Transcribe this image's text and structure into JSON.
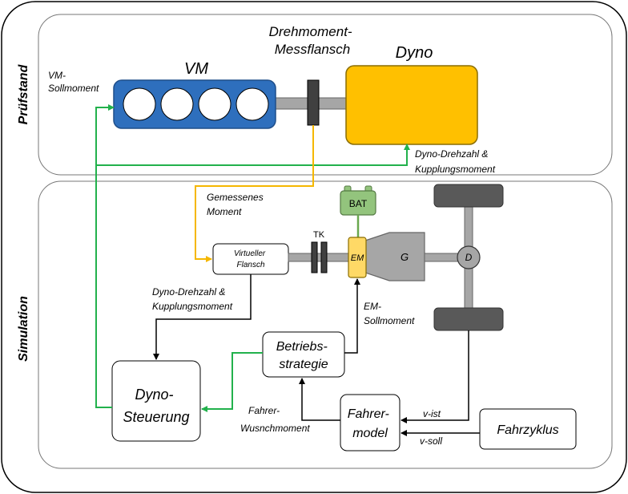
{
  "sections": {
    "test_bench": "Prüfstand",
    "simulation": "Simulation"
  },
  "bench": {
    "engine": "VM",
    "engine_setpoint": [
      "VM-",
      "Sollmoment"
    ],
    "torque_flange": [
      "Drehmoment-",
      "Messflansch"
    ],
    "dyno": "Dyno",
    "feedback": [
      "Dyno-Drehzahl &",
      "Kupplungsmoment"
    ]
  },
  "sim": {
    "measured_torque": [
      "Gemessenes",
      "Moment"
    ],
    "virtual_flange": [
      "Virtueller",
      "Flansch"
    ],
    "clutch": "TK",
    "battery": "BAT",
    "e_machine": "EM",
    "gearbox": "G",
    "differential": "D",
    "dyno_feedback": [
      "Dyno-Drehzahl &",
      "Kupplungsmoment"
    ],
    "em_setpoint": [
      "EM-",
      "Sollmoment"
    ],
    "strategy": [
      "Betriebs-",
      "strategie"
    ],
    "dyno_control": [
      "Dyno-",
      "Steuerung"
    ],
    "driver_request": [
      "Fahrer-",
      "Wusnchmoment"
    ],
    "driver_model": [
      "Fahrer-",
      "model"
    ],
    "v_actual": "v-ist",
    "v_target": "v-soll",
    "drive_cycle": "Fahrzyklus"
  },
  "colors": {
    "engine": "#2e6fbd",
    "dyno": "#ffc000",
    "em": "#ffd966",
    "battery": "#93c47d",
    "gearbox": "#a6a6a6",
    "wheel": "#595959",
    "green_line": "#22b14c",
    "yellow_line": "#f5b700"
  }
}
